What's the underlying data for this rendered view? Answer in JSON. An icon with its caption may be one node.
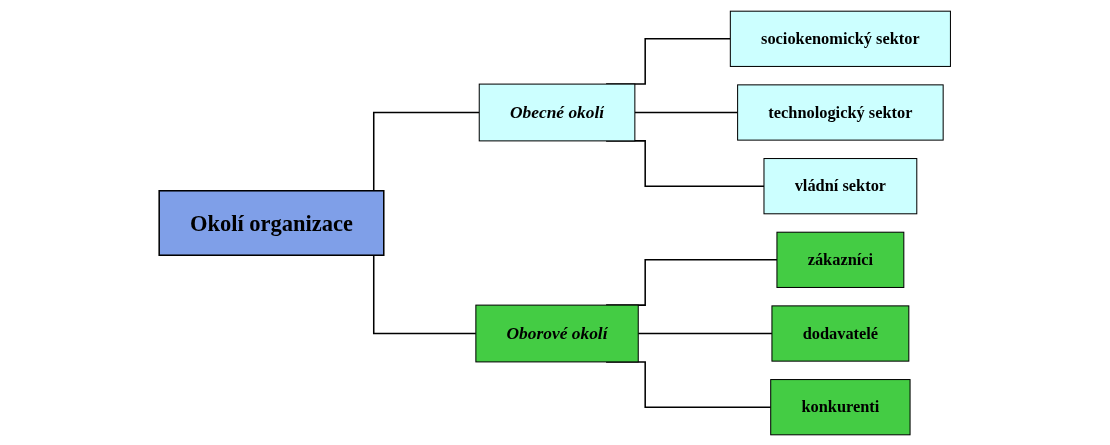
{
  "diagram": {
    "nodes": [
      {
        "text": [
          "Okolí organizace"
        ]
      },
      {
        "text": [
          "Obecné okolí"
        ]
      },
      {
        "text": [
          "Oborové okolí"
        ]
      },
      {
        "text": [
          "sociokenomický sektor"
        ]
      },
      {
        "text": [
          "technologický sektor"
        ]
      },
      {
        "text": [
          "vládní sektor"
        ]
      },
      {
        "text": [
          "zákazníci"
        ]
      },
      {
        "text": [
          "dodavatelé"
        ]
      },
      {
        "text": [
          "konkurenti"
        ]
      }
    ],
    "edges": [
      {
        "from": 0,
        "to": 1,
        "arrow": "none"
      },
      {
        "from": 0,
        "to": 2,
        "arrow": "none"
      },
      {
        "from": 1,
        "to": 3,
        "arrow": "none"
      },
      {
        "from": 1,
        "to": 4,
        "arrow": "none"
      },
      {
        "from": 1,
        "to": 5,
        "arrow": "none"
      },
      {
        "from": 2,
        "to": 6,
        "arrow": "none"
      },
      {
        "from": 2,
        "to": 7,
        "arrow": "none"
      },
      {
        "from": 2,
        "to": 8,
        "arrow": "none"
      }
    ]
  }
}
